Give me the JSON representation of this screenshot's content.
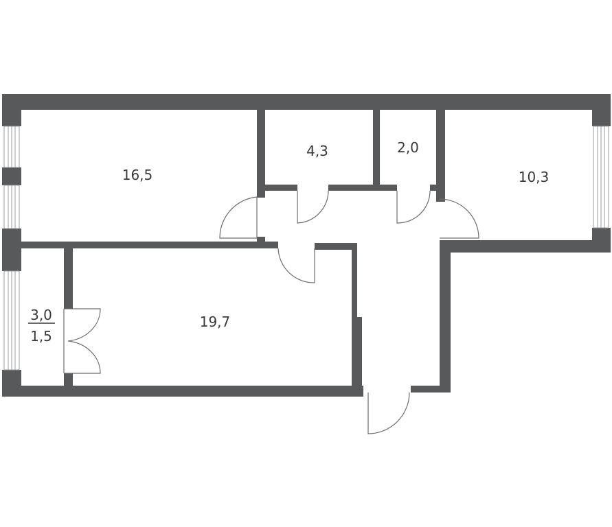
{
  "rooms": {
    "room_16_5": "16,5",
    "room_4_3": "4,3",
    "room_2_0": "2,0",
    "room_10_3": "10,3",
    "room_19_7": "19,7",
    "balcony_area": "3,0",
    "balcony_reduced": "1,5"
  },
  "colors": {
    "wall": "#58595b",
    "text": "#3a3a3c",
    "background": "#ffffff"
  }
}
